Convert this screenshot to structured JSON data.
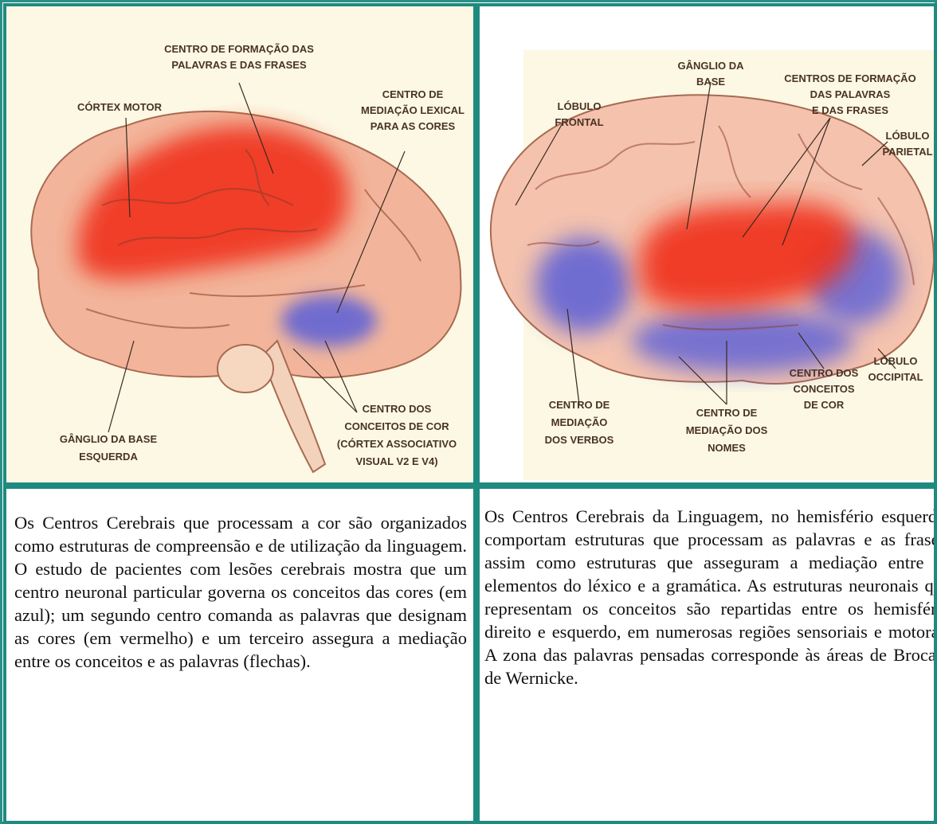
{
  "left_figure": {
    "labels": {
      "formation_1": "CENTRO DE FORMAÇÃO DAS",
      "formation_2": "PALAVRAS E DAS FRASES",
      "motor": "CÓRTEX MOTOR",
      "lexical_1": "CENTRO DE",
      "lexical_2": "MEDIAÇÃO LEXICAL",
      "lexical_3": "PARA AS CORES",
      "color_concepts_1": "CENTRO DOS",
      "color_concepts_2": "CONCEITOS DE COR",
      "color_concepts_3": "(CÓRTEX ASSOCIATIVO",
      "color_concepts_4": "VISUAL V2 E V4)",
      "basal_1": "GÂNGLIO DA BASE",
      "basal_2": "ESQUERDA"
    }
  },
  "right_figure": {
    "labels": {
      "frontal_1": "LÓBULO",
      "frontal_2": "FRONTAL",
      "basal_1": "GÂNGLIO DA",
      "basal_2": "BASE",
      "formation_1": "CENTROS DE FORMAÇÃO",
      "formation_2": "DAS PALAVRAS",
      "formation_3": "E DAS FRASES",
      "parietal_1": "LÓBULO",
      "parietal_2": "PARIETAL",
      "occipital_1": "LÓBULO",
      "occipital_2": "OCCIPITAL",
      "concepts_1": "CENTRO DOS",
      "concepts_2": "CONCEITOS",
      "concepts_3": "DE COR",
      "verbs_1": "CENTRO DE",
      "verbs_2": "MEDIAÇÃO",
      "verbs_3": "DOS VERBOS",
      "nouns_1": "CENTRO DE",
      "nouns_2": "MEDIAÇÃO DOS",
      "nouns_3": "NOMES"
    }
  },
  "left_text": "Os Centros Cerebrais que processam a cor são organizados como estruturas de compreensão e de utilização da linguagem. O estudo de pacientes com lesões cerebrais mostra que um centro neuronal particular governa os conceitos das cores (em azul); um segundo centro comanda as palavras que designam as cores (em vermelho) e um terceiro assegura a mediação entre os conceitos e as palavras (flechas).",
  "right_text": "Os Centros Cerebrais da Linguagem, no hemisfério esquerdo, comportam estruturas que processam as palavras e as frases, assim como estruturas que asseguram a mediação entre os elementos do léxico e a gramática. As estruturas neuronais que representam os conceitos são repartidas entre os hemisfério direito e esquerdo, em numerosas regiões sensoriais e motoras. A zona das palavras pensadas corresponde às áreas de Broca e de Wernicke.",
  "colors": {
    "border": "#1f8a80",
    "background": "#fcf8e4",
    "cortex": "#f2b59b",
    "red_zone": "#f0321e",
    "blue_zone": "#5a5fd8",
    "label": "#4a3323"
  }
}
